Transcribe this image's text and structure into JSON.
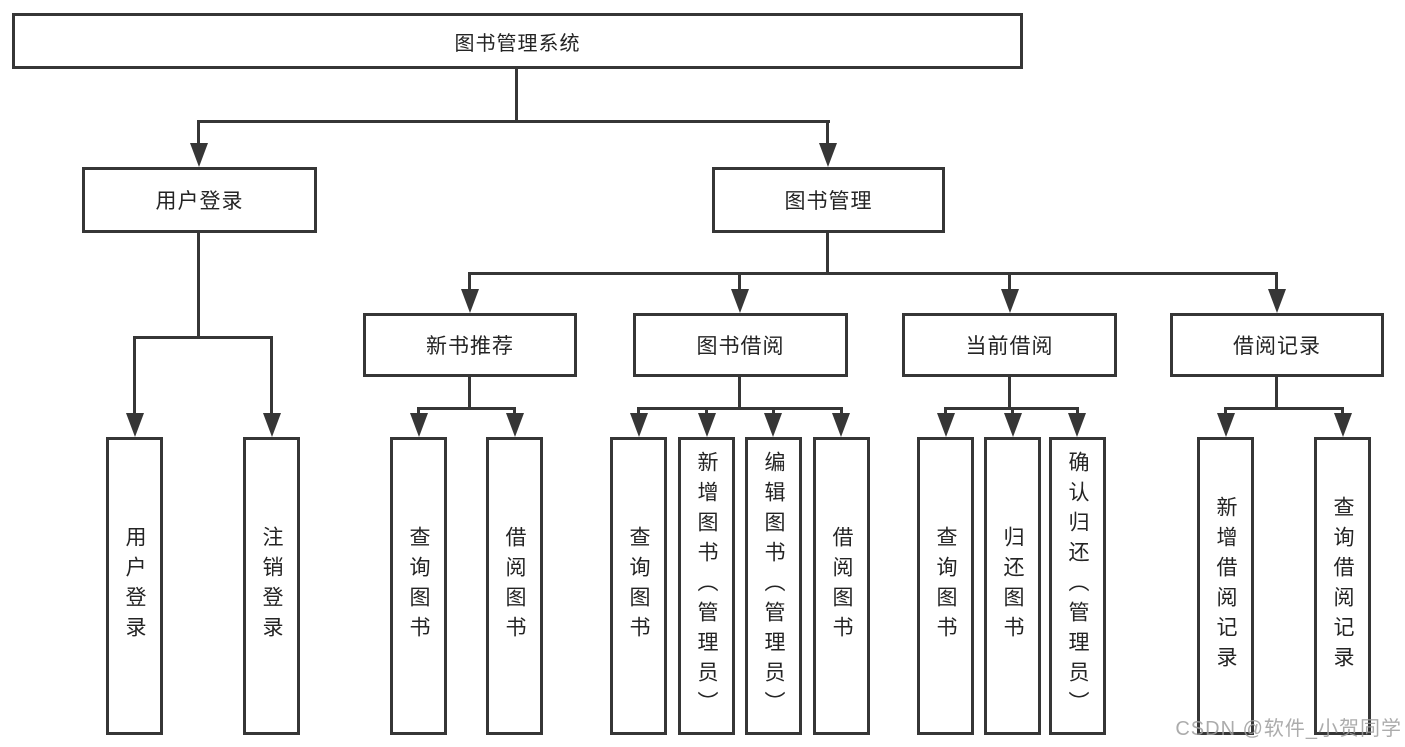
{
  "colors": {
    "line": "#363636",
    "box_border": "#363636",
    "text": "#242424",
    "background": "#ffffff",
    "watermark": "#9e9e9e"
  },
  "nodes": {
    "root": "图书管理系统",
    "level2": {
      "user_login": "用户登录",
      "book_mgmt": "图书管理"
    },
    "level3": {
      "new_books": "新书推荐",
      "book_borrow": "图书借阅",
      "current_borrow": "当前借阅",
      "borrow_records": "借阅记录"
    },
    "leaves": {
      "login": [
        "用户登录",
        "注销登录"
      ],
      "new_books": [
        "查询图书",
        "借阅图书"
      ],
      "book_borrow": [
        "查询图书",
        "新增图书（管理员）",
        "编辑图书（管理员）",
        "借阅图书"
      ],
      "current_borrow": [
        "查询图书",
        "归还图书",
        "确认归还（管理员）"
      ],
      "borrow_records": [
        "新增借阅记录",
        "查询借阅记录"
      ]
    }
  },
  "watermark": {
    "text": "CSDN @软件_小贺同学"
  }
}
